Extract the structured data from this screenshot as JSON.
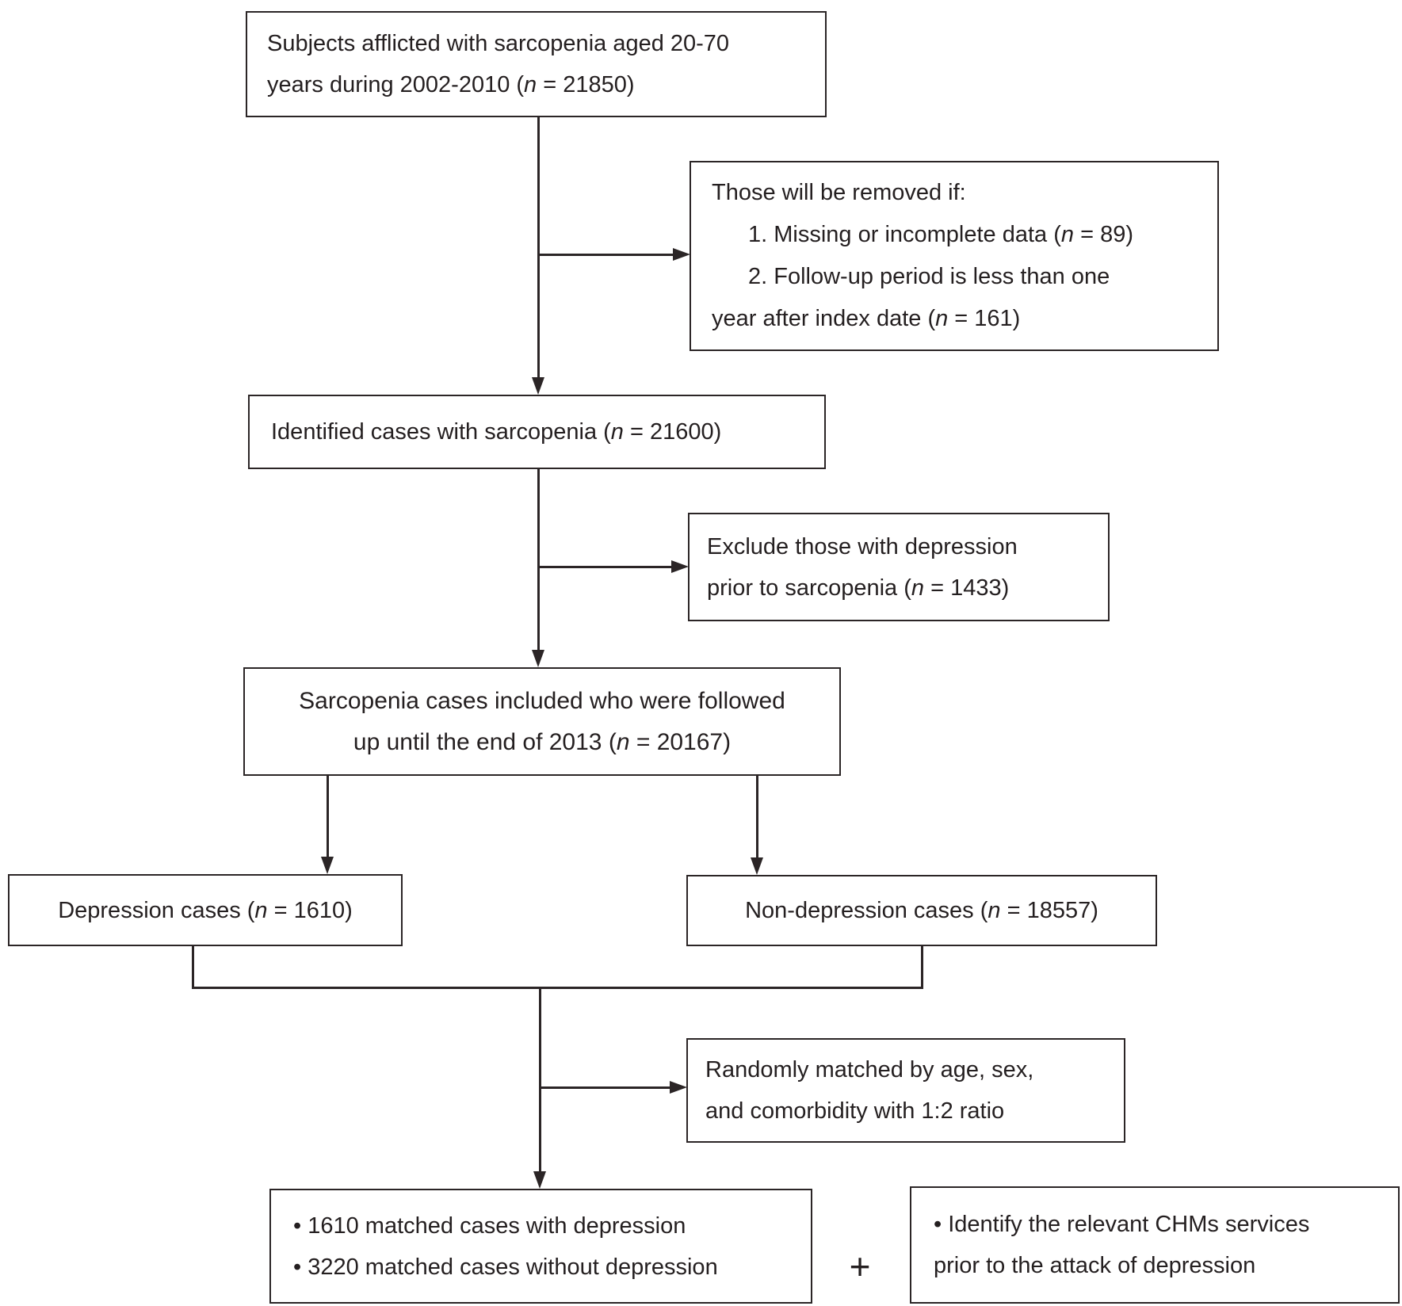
{
  "colors": {
    "line": "#2b2526",
    "text": "#241f20",
    "background": "#ffffff"
  },
  "plus_label": "+",
  "boxes": {
    "subjects": {
      "line1": "Subjects afflicted with sarcopenia aged 20-70",
      "line2_pre": "years during 2002-2010 (",
      "line2_n": "n",
      "line2_post": " = 21850)"
    },
    "removal": {
      "line1": "Those will be removed if:",
      "item1_pre": "1. Missing or incomplete data (",
      "item1_n": "n",
      "item1_post": " = 89)",
      "item2": "2. Follow-up period is less than one",
      "line4_pre": "year after index date (",
      "line4_n": "n",
      "line4_post": " = 161)"
    },
    "identified": {
      "pre": "Identified cases with sarcopenia (",
      "n": "n",
      "post": " = 21600)"
    },
    "exclude": {
      "line1": "Exclude those with depression",
      "line2_pre": "prior to sarcopenia (",
      "line2_n": "n",
      "line2_post": " = 1433)"
    },
    "followed": {
      "line1": "Sarcopenia cases included who were followed",
      "line2_pre": "up until the end of 2013 (",
      "line2_n": "n",
      "line2_post": " = 20167)"
    },
    "depression": {
      "pre": "Depression cases (",
      "n": "n",
      "post": " = 1610)"
    },
    "non_depression": {
      "pre": "Non-depression cases (",
      "n": "n",
      "post": " = 18557)"
    },
    "matched": {
      "line1": "Randomly matched by age, sex,",
      "line2": "and comorbidity with 1:2 ratio"
    },
    "matched_cases": {
      "line1": "• 1610 matched cases with depression",
      "line2": "• 3220 matched cases without depression"
    },
    "chm": {
      "line1": "• Identify the relevant CHMs services",
      "line2": "prior to the attack of depression"
    }
  }
}
